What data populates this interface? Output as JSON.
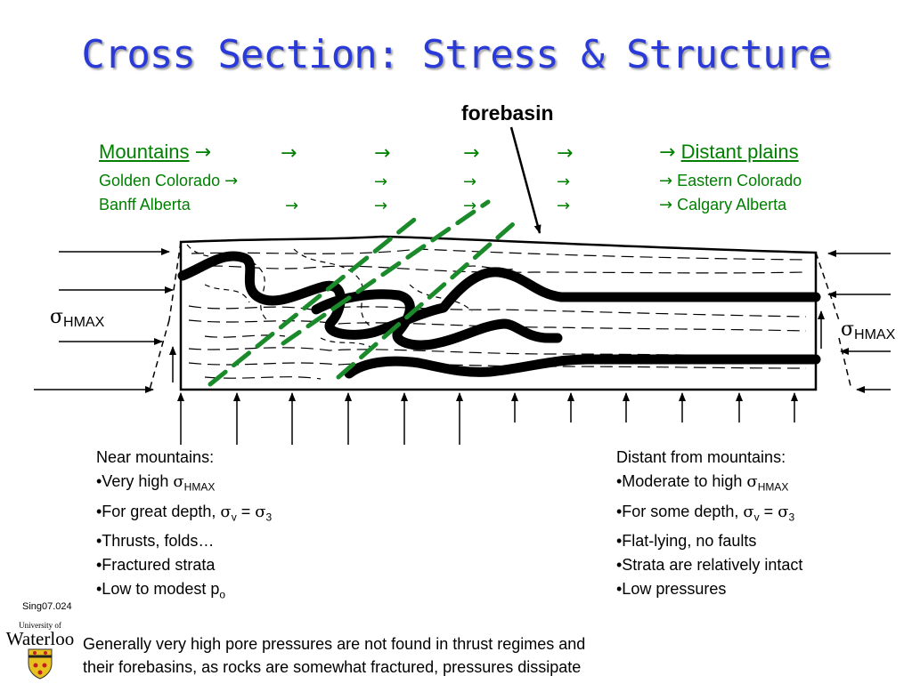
{
  "title": "Cross Section: Stress & Structure",
  "forebasin_label": "forebasin",
  "arrow": "→",
  "rows": {
    "r1": {
      "left": "Mountains",
      "right": "Distant plains"
    },
    "r2": {
      "left": "Golden Colorado",
      "right": "Eastern Colorado"
    },
    "r3": {
      "left": "Banff Alberta",
      "right": "Calgary Alberta"
    }
  },
  "sigma_label": {
    "symbol": "σ",
    "sub": "HMAX"
  },
  "near": {
    "heading": "Near mountains:",
    "item1": "•Very high ",
    "item2": "•For great depth, ",
    "item3": "•Thrusts, folds…",
    "item4": "•Fractured strata",
    "item5": "•Low to modest p",
    "item5_sub": "o"
  },
  "distant": {
    "heading": "Distant from mountains:",
    "item1": "•Moderate to high ",
    "item2": "•For some depth, ",
    "item3": "•Flat-lying, no faults",
    "item4": "•Strata are relatively intact",
    "item5": "•Low pressures"
  },
  "symbols": {
    "sigma": "σ",
    "hmax": "HMAX",
    "v": "v",
    "eq": " = ",
    "three": "3"
  },
  "slide_code": "Sing07.024",
  "logo": {
    "line1": "University of",
    "line2": "Waterloo"
  },
  "footer": {
    "line1": "Generally very high pore pressures are not found in thrust regimes and",
    "line2": "their forebasins, as rocks are somewhat fractured, pressures dissipate"
  },
  "colors": {
    "title": "#2a3ad8",
    "green_text": "#008000",
    "fault_lines": "#1a8a2a"
  }
}
